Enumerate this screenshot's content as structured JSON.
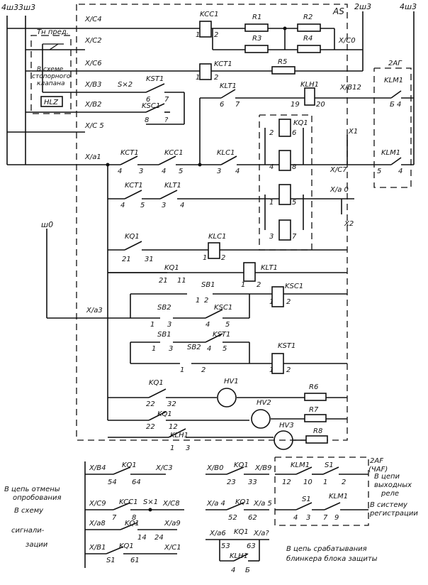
{
  "buses": {
    "bus_4sh3": "4ш3",
    "bus_3sh3": "3ш3",
    "bus_2sh3": "2ш3",
    "bus_4sh3_right": "4ш3",
    "bus_sh0": "ш0"
  },
  "blocks": {
    "AS": "AS",
    "AG": "2АГ",
    "2AF": "2АF",
    "2AF_sub": "(ЧАF)"
  },
  "terminals": {
    "xc4": "X/C4",
    "xc2": "X/C2",
    "xc6": "X/C6",
    "xv3": "X/В3",
    "xv2": "X/В2",
    "xc5": "X/C 5",
    "xa1": "X/а1",
    "xc0": "X/C0",
    "xv12": "X/В12",
    "xc7": "X/C7",
    "x1": "X1",
    "xa0": "X/а 0",
    "x2": "X2",
    "xa3": "X/а3",
    "xv4": "X/В4",
    "xc3": "X/C3",
    "xv0": "X/В0",
    "xv9": "X/В9",
    "xc9": "X/C9",
    "xc8": "X/C8",
    "xa4": "X/а 4",
    "xa5": "X/а 5",
    "xa8": "X/а8",
    "xa9": "X/а9",
    "xa6": "X/а6",
    "xa7": "X/а?",
    "xv1": "X/В1",
    "xc1": "X/C1",
    "sx2": "S×2",
    "sx1": "S×1"
  },
  "components": {
    "KCC1": "KCC1",
    "KCT1": "KCT1",
    "KST1": "KST1",
    "KSC1": "KSC1",
    "KLT1": "KLT1",
    "KLC1": "KLC1",
    "KLH1": "KLH1",
    "KLM1": "KLM1",
    "KQ1": "KQ1",
    "R1": "R1",
    "R2": "R2",
    "R3": "R3",
    "R4": "R4",
    "R5": "R5",
    "R6": "R6",
    "R7": "R7",
    "R8": "R8",
    "SB1": "SB1",
    "SB2": "SB2",
    "HV1": "HV1",
    "HV2": "HV2",
    "HV3": "HV3",
    "S1": "S1",
    "HL2": "HLZ",
    "Tn": "Тн пред."
  },
  "pins": {
    "p1": "1",
    "p2": "2",
    "p3": "3",
    "p4": "4",
    "p5": "5",
    "p6": "6",
    "p7": "7",
    "p8": "8",
    "p9": "9",
    "p10": "10",
    "p11": "11",
    "p12": "12",
    "p14": "14",
    "p19": "19",
    "p20": "20",
    "p21": "21",
    "p22": "22",
    "p23": "23",
    "p24": "24",
    "p31": "31",
    "p32": "32",
    "p33": "33",
    "p52": "52",
    "p53": "53",
    "p54": "54",
    "p61": "61",
    "p62": "62",
    "p63": "63",
    "p64": "64",
    "p7q": "?",
    "p9q": "9",
    "b4": "Б 4",
    "b5": "5",
    "b6": "Б"
  },
  "notes": {
    "scheme_valve_1": "В схеме",
    "scheme_valve_2": "стопорного",
    "scheme_valve_3": "клапана",
    "cancel_1": "В цепь отмены",
    "cancel_2": "опробования",
    "scheme": "В схему",
    "signal_1": "сигнали-",
    "signal_2": "зации",
    "output_1": "В цепи",
    "output_2": "выходных",
    "output_3": "реле",
    "registry_1": "В систему",
    "registry_2": "регистрации",
    "blinker_1": "В цепь срабатывания",
    "blinker_2": "блинкера блока защиты"
  }
}
